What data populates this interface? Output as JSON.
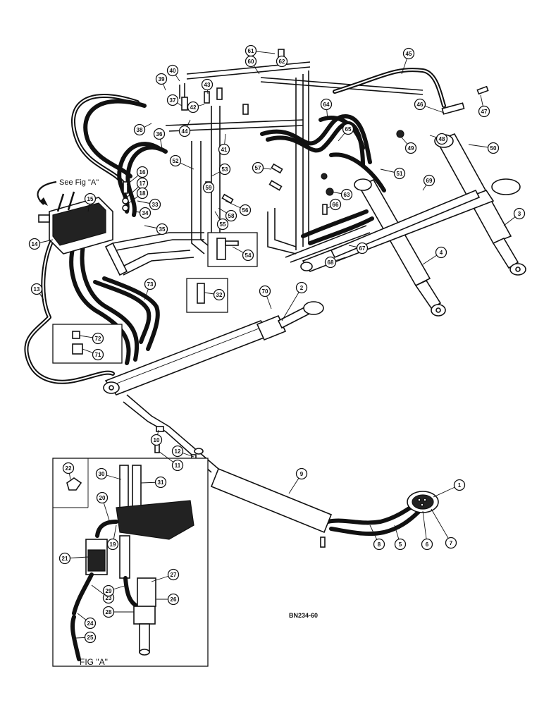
{
  "see_note": "See Fig \"A\"",
  "figure_label": "FIG \"A\"",
  "drawing_code": "BN234-60",
  "callouts": [
    "1",
    "2",
    "3",
    "4",
    "5",
    "6",
    "7",
    "8",
    "9",
    "10",
    "11",
    "12",
    "13",
    "14",
    "15",
    "16",
    "17",
    "18",
    "19",
    "20",
    "21",
    "22",
    "23",
    "24",
    "25",
    "26",
    "27",
    "28",
    "29",
    "30",
    "31",
    "32",
    "33",
    "34",
    "35",
    "36",
    "37",
    "38",
    "39",
    "40",
    "41",
    "42",
    "43",
    "44",
    "45",
    "46",
    "47",
    "48",
    "49",
    "50",
    "51",
    "52",
    "53",
    "54",
    "55",
    "56",
    "57",
    "58",
    "59",
    "60",
    "61",
    "62",
    "63",
    "64",
    "65",
    "66",
    "67",
    "68",
    "69",
    "70",
    "71",
    "72",
    "73"
  ]
}
